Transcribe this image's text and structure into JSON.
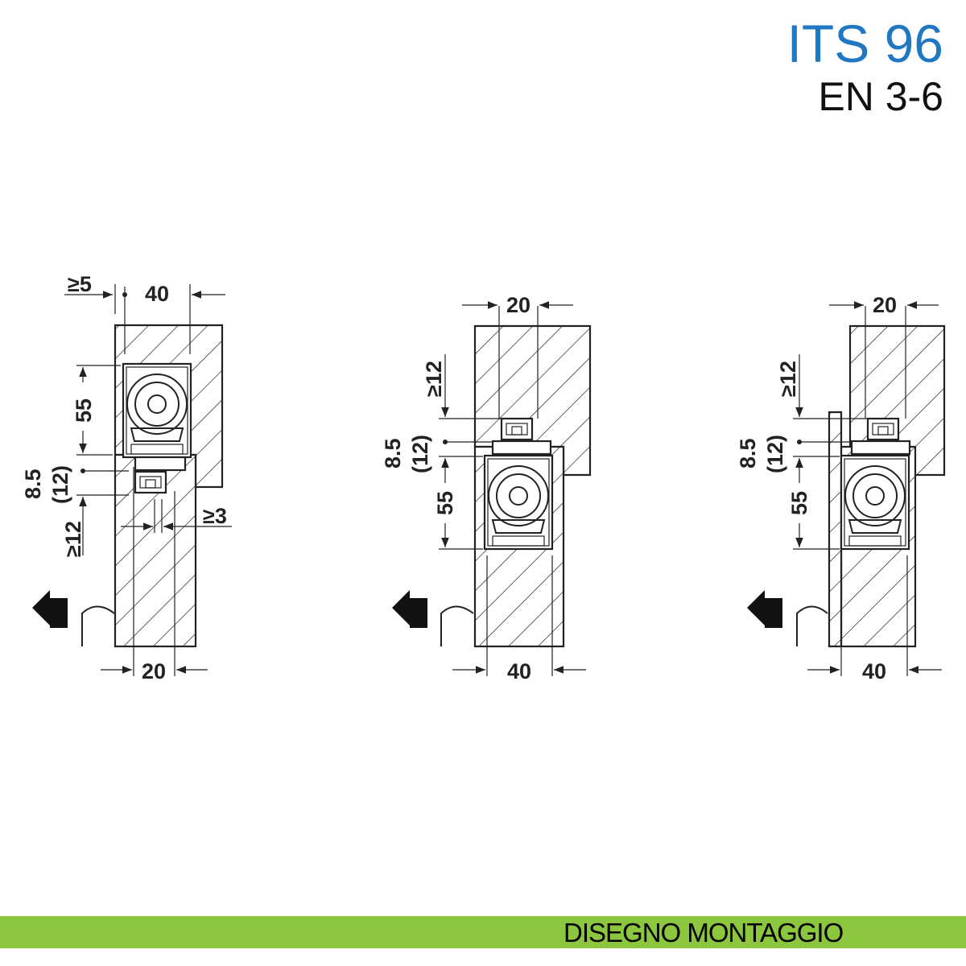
{
  "header": {
    "title": "ITS 96",
    "subtitle": "EN 3-6"
  },
  "footer": {
    "label": "DISEGNO MONTAGGIO"
  },
  "colors": {
    "title": "#1f78c1",
    "footer_bar": "#8cc63f"
  },
  "drawings": [
    {
      "dims": {
        "gap": "≥5",
        "top_width": "40",
        "closer_height": "55",
        "offset": "8.5",
        "offset_alt": "(12)",
        "min_clear": "≥12",
        "side": "≥3",
        "bottom_width": "20"
      },
      "direction_icon": "arrow-left-icon"
    },
    {
      "dims": {
        "top_width": "20",
        "min_clear": "≥12",
        "offset": "8.5",
        "offset_alt": "(12)",
        "closer_height": "55",
        "bottom_width": "40"
      },
      "direction_icon": "arrow-left-icon"
    },
    {
      "dims": {
        "top_width": "20",
        "min_clear": "≥12",
        "offset": "8.5",
        "offset_alt": "(12)",
        "closer_height": "55",
        "bottom_width": "40"
      },
      "direction_icon": "arrow-left-icon"
    }
  ]
}
